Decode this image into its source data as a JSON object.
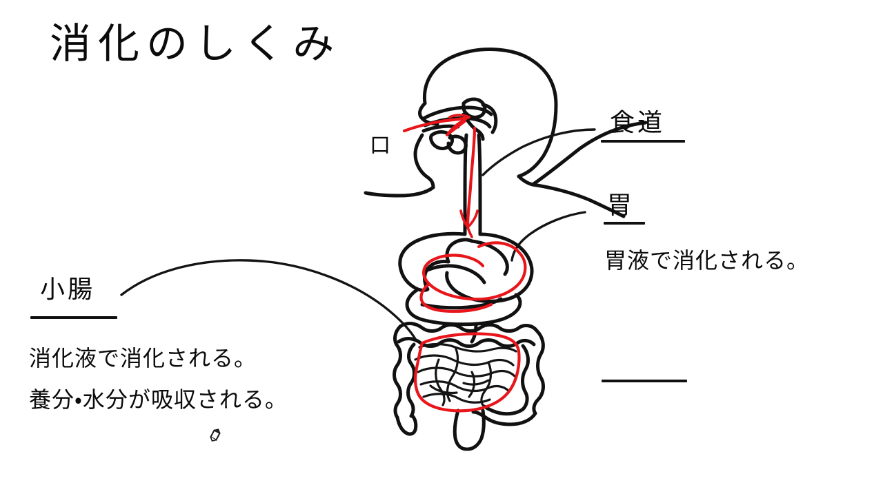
{
  "slide": {
    "title": "消化のしくみ",
    "background_color": "#ffffff",
    "ink_color": "#111111",
    "annotation_color": "#e8151b"
  },
  "labels": {
    "mouth": {
      "term": "口",
      "underlined": false
    },
    "esophagus": {
      "term": "食道",
      "underlined": true
    },
    "stomach": {
      "term": "胃",
      "underlined": true,
      "description": "胃液で消化される。"
    },
    "small_intestine": {
      "term": "小腸",
      "underlined": true,
      "description_line1": "消化液で消化される。",
      "description_line2": "養分・水分が吸収される。"
    },
    "blank": {
      "term": "",
      "underlined": true
    }
  },
  "diagram": {
    "name": "digestive-system-diagram",
    "parts": [
      "head-profile",
      "mouth-cavity",
      "tongue",
      "epiglottis",
      "esophagus",
      "shoulders",
      "stomach",
      "duodenum",
      "small-intestine",
      "large-intestine",
      "rectum"
    ],
    "red_annotations": [
      "mouth-arrow",
      "esophagus-arrow",
      "stomach-circle",
      "small-intestine-circle"
    ]
  },
  "cursor": {
    "icon": "pen-cursor"
  }
}
